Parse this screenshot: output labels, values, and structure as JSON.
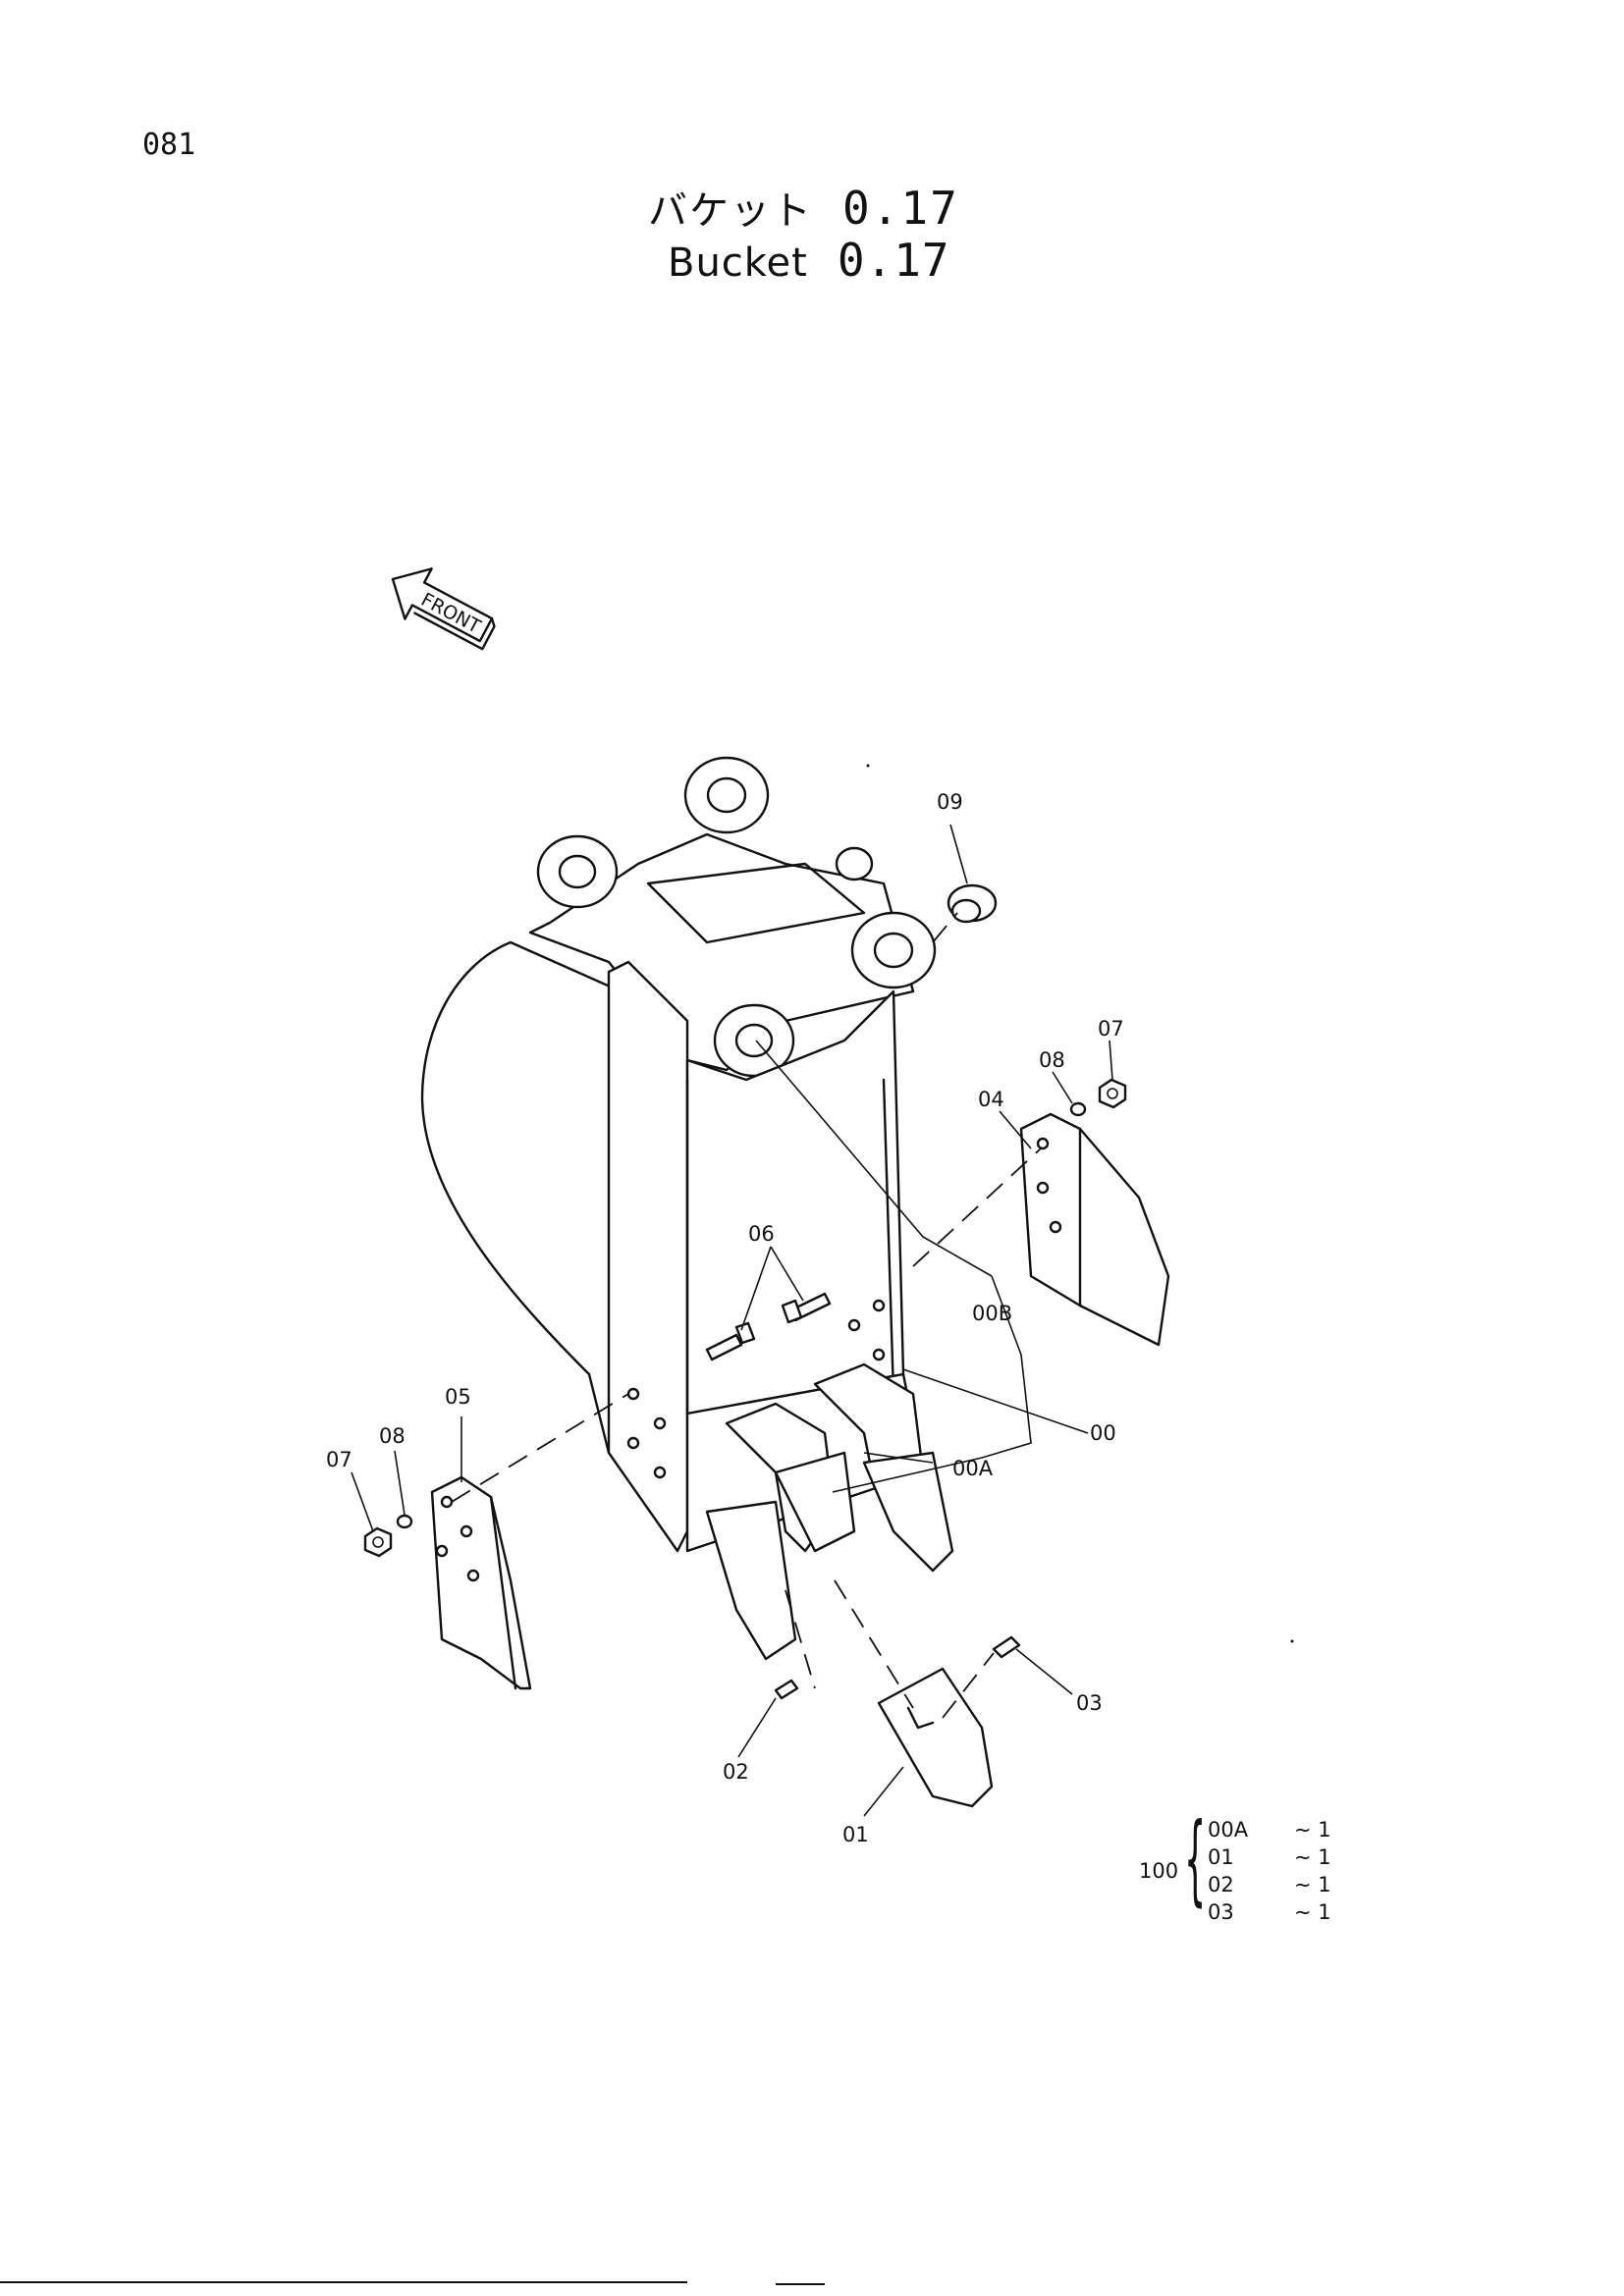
{
  "page": {
    "number": "081"
  },
  "title": {
    "japanese": "バケット",
    "english": "Bucket",
    "capacity": "0.17"
  },
  "front_arrow": {
    "label": "FRONT",
    "icon": "front-arrow-icon"
  },
  "callouts": {
    "c09": "09",
    "c07a": "07",
    "c08a": "08",
    "c04": "04",
    "c06": "06",
    "c00b": "00B",
    "c00": "00",
    "c00a": "00A",
    "c05": "05",
    "c08b": "08",
    "c07b": "07",
    "c03": "03",
    "c02": "02",
    "c01": "01"
  },
  "kit": {
    "number": "100",
    "items": [
      {
        "code": "00A",
        "qty": "∼ 1"
      },
      {
        "code": "01",
        "qty": "∼ 1"
      },
      {
        "code": "02",
        "qty": "∼ 1"
      },
      {
        "code": "03",
        "qty": "∼ 1"
      }
    ]
  }
}
